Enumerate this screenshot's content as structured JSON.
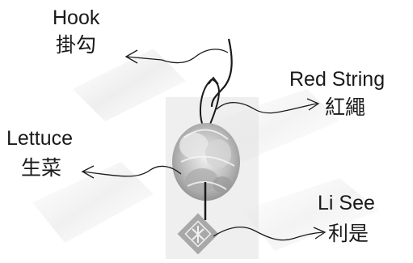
{
  "labels": {
    "hook": {
      "en": "Hook",
      "zh": "掛勾"
    },
    "red_string": {
      "en": "Red String",
      "zh": "紅繩"
    },
    "lettuce": {
      "en": "Lettuce",
      "zh": "生菜"
    },
    "li_see": {
      "en": "Li See",
      "zh": "利是"
    }
  },
  "colors": {
    "ink": "#1a1a1a",
    "lettuce_light": "#d9d9d9",
    "lettuce_dark": "#8c8c8c",
    "li_see_fill": "#a8a8a8",
    "background_smudge": "#e6e6e6"
  },
  "icons": {
    "li_see_envelope": "diamond-envelope",
    "callout_arrow": "arrow"
  }
}
